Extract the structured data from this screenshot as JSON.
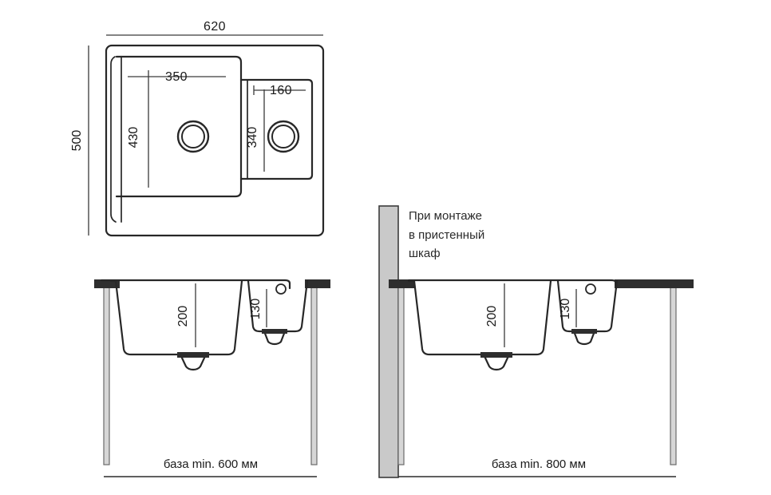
{
  "drawing": {
    "title": "Kitchen sink installation drawing",
    "units": "mm",
    "line_color": "#272727",
    "wall_color": "#c9c9c9",
    "counter_color": "#2e2e2e",
    "cabinet_panel_color": "#d6d6d6"
  },
  "top_view": {
    "name": "sink-top-view",
    "overall_width": "620",
    "overall_depth": "500",
    "main_bowl_width": "350",
    "main_bowl_depth": "430",
    "small_bowl_width": "160",
    "small_bowl_depth": "340"
  },
  "section_left": {
    "name": "section-freestanding-cabinet",
    "main_bowl_depth": "200",
    "small_bowl_depth": "130",
    "base_label": "база min. 600 мм"
  },
  "section_right": {
    "name": "section-wall-cabinet",
    "note_line_1": "При монтаже",
    "note_line_2": "в пристенный",
    "note_line_3": "шкаф",
    "main_bowl_depth": "200",
    "small_bowl_depth": "130",
    "base_label": "база min. 800 мм"
  }
}
